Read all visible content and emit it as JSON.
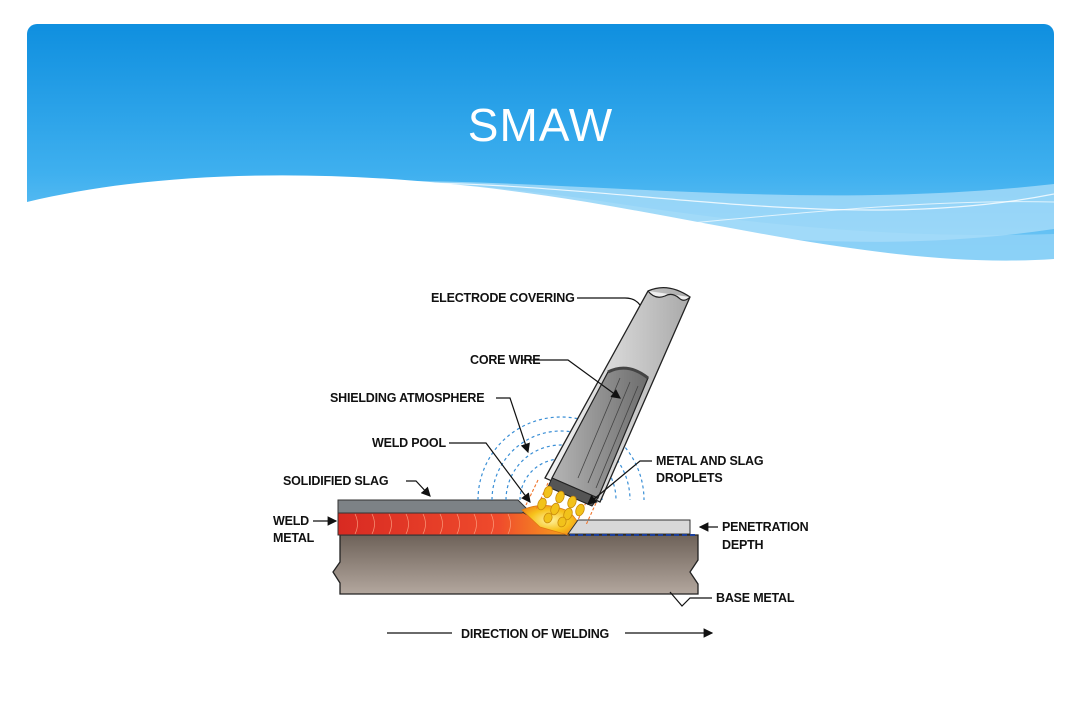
{
  "slide": {
    "title": "SMAW"
  },
  "diagram": {
    "labels": {
      "electrode_covering": "ELECTRODE COVERING",
      "core_wire": "CORE WIRE",
      "shielding_atmosphere": "SHIELDING ATMOSPHERE",
      "weld_pool": "WELD POOL",
      "metal_and_slag_droplets_line1": "METAL AND SLAG",
      "metal_and_slag_droplets_line2": "DROPLETS",
      "solidified_slag": "SOLIDIFIED SLAG",
      "weld_metal_line1": "WELD",
      "weld_metal_line2": "METAL",
      "penetration_depth_line1": "PENETRATION",
      "penetration_depth_line2": "DEPTH",
      "base_metal": "BASE METAL",
      "direction_of_welding": "DIRECTION OF WELDING"
    },
    "colors": {
      "header_blue": "#1a9be3",
      "base_metal": "#8a7b70",
      "weld_metal": "#e8322b",
      "slag": "#7d8286",
      "electrode_covering": "#dcdcdc",
      "core_wire": "#8c8c8c",
      "shielding_dashes": "#3a8fd6",
      "droplets": "#f2c21a"
    }
  }
}
